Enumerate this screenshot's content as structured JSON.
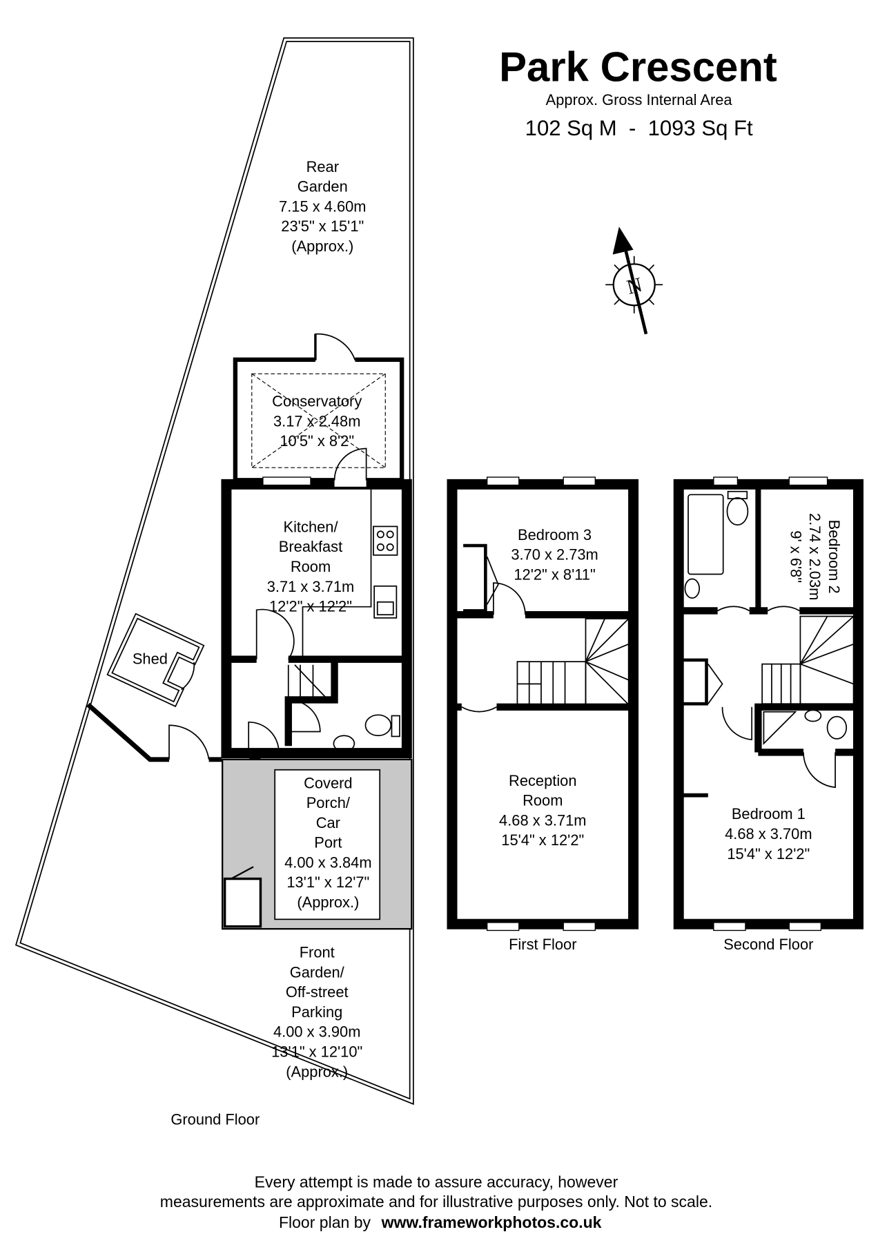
{
  "header": {
    "title": "Park Crescent",
    "subtitle": "Approx. Gross Internal Area",
    "area": "102 Sq M  -  1093 Sq Ft"
  },
  "compass": {
    "label": "N"
  },
  "ground_floor": {
    "label": "Ground Floor",
    "rooms": {
      "rear_garden": [
        "Rear",
        "Garden",
        "7.15 x 4.60m",
        "23'5\" x 15'1\"",
        "(Approx.)"
      ],
      "conservatory": [
        "Conservatory",
        "3.17 x 2.48m",
        "10'5\" x 8'2\""
      ],
      "kitchen": [
        "Kitchen/",
        "Breakfast",
        "Room",
        "3.71 x 3.71m",
        "12'2\" x 12'2\""
      ],
      "shed": [
        "Shed"
      ],
      "porch": [
        "Coverd",
        "Porch/",
        "Car",
        "Port",
        "4.00 x 3.84m",
        "13'1\" x 12'7\"",
        "(Approx.)"
      ],
      "front_garden": [
        "Front",
        "Garden/",
        "Off-street",
        "Parking",
        "4.00 x 3.90m",
        "13'1\" x 12'10\"",
        "(Approx.)"
      ]
    }
  },
  "first_floor": {
    "label": "First Floor",
    "rooms": {
      "bedroom3": [
        "Bedroom 3",
        "3.70 x 2.73m",
        "12'2\" x 8'11\""
      ],
      "reception": [
        "Reception",
        "Room",
        "4.68 x 3.71m",
        "15'4\" x 12'2\""
      ]
    }
  },
  "second_floor": {
    "label": "Second Floor",
    "rooms": {
      "bedroom2": [
        "Bedroom 2",
        "2.74 x 2.03m",
        "9' x 6'8\""
      ],
      "bedroom1": [
        "Bedroom 1",
        "4.68 x 3.70m",
        "15'4\" x 12'2\""
      ]
    }
  },
  "footer": {
    "line1": "Every attempt is made to assure accuracy, however",
    "line2": "measurements are approximate and for illustrative purposes only. Not to scale.",
    "line3_prefix": "Floor plan by",
    "line3_link": "www.frameworkphotos.co.uk"
  },
  "colors": {
    "wall": "#000000",
    "porch_fill": "#c8c8c8"
  }
}
